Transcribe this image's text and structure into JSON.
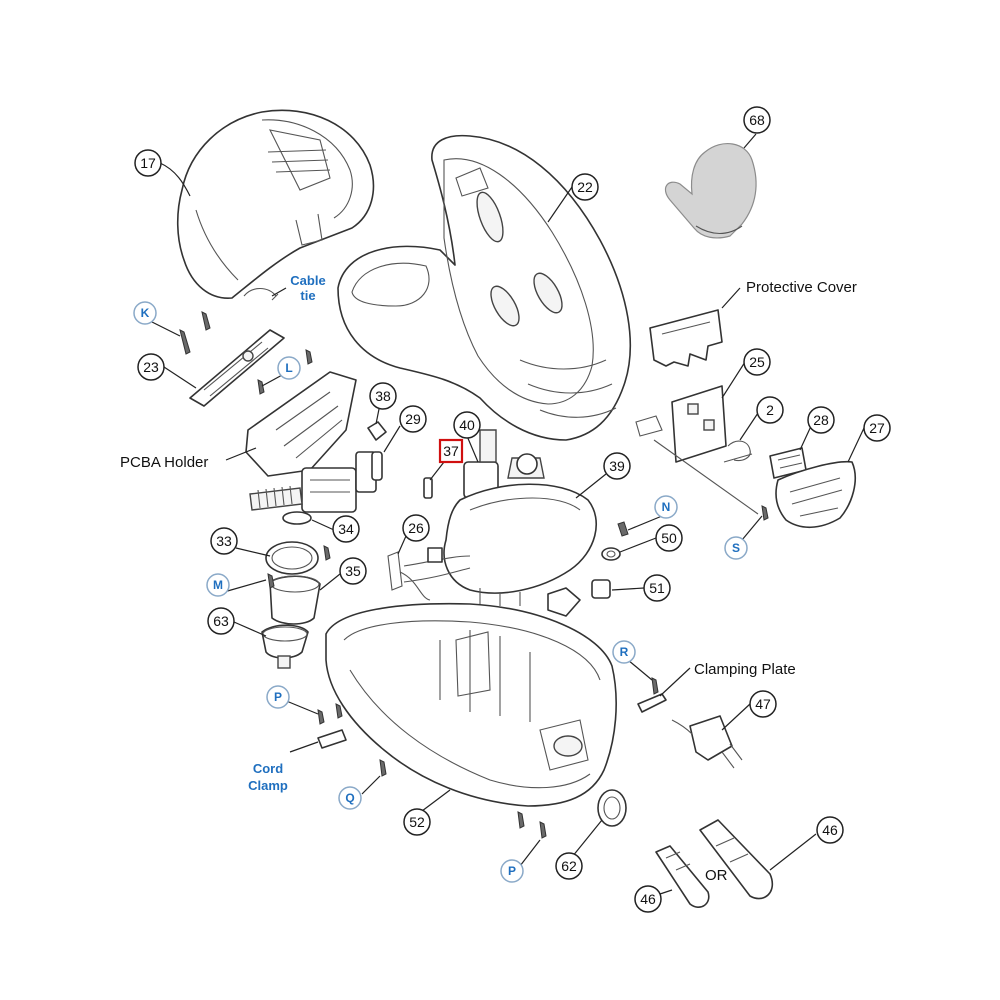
{
  "callouts": {
    "c17": "17",
    "c22": "22",
    "c68": "68",
    "c23": "23",
    "c25": "25",
    "c2": "2",
    "c28": "28",
    "c27": "27",
    "c38": "38",
    "c29": "29",
    "c40": "40",
    "c37": "37",
    "c39": "39",
    "c26": "26",
    "c33": "33",
    "c34": "34",
    "c35": "35",
    "c63": "63",
    "c50": "50",
    "c51": "51",
    "c47": "47",
    "c52": "52",
    "c62": "62",
    "c46a": "46",
    "c46b": "46"
  },
  "letters": {
    "K": "K",
    "L": "L",
    "M": "M",
    "N": "N",
    "S": "S",
    "R": "R",
    "P1": "P",
    "Q": "Q",
    "P2": "P"
  },
  "labels": {
    "protective_cover": "Protective Cover",
    "pcba_holder": "PCBA Holder",
    "clamping_plate": "Clamping Plate",
    "or": "OR",
    "cable_tie_line1": "Cable",
    "cable_tie_line2": "tie",
    "cord_clamp_line1": "Cord",
    "cord_clamp_line2": "Clamp"
  },
  "highlight": {
    "part": "37",
    "color": "#d01010"
  }
}
